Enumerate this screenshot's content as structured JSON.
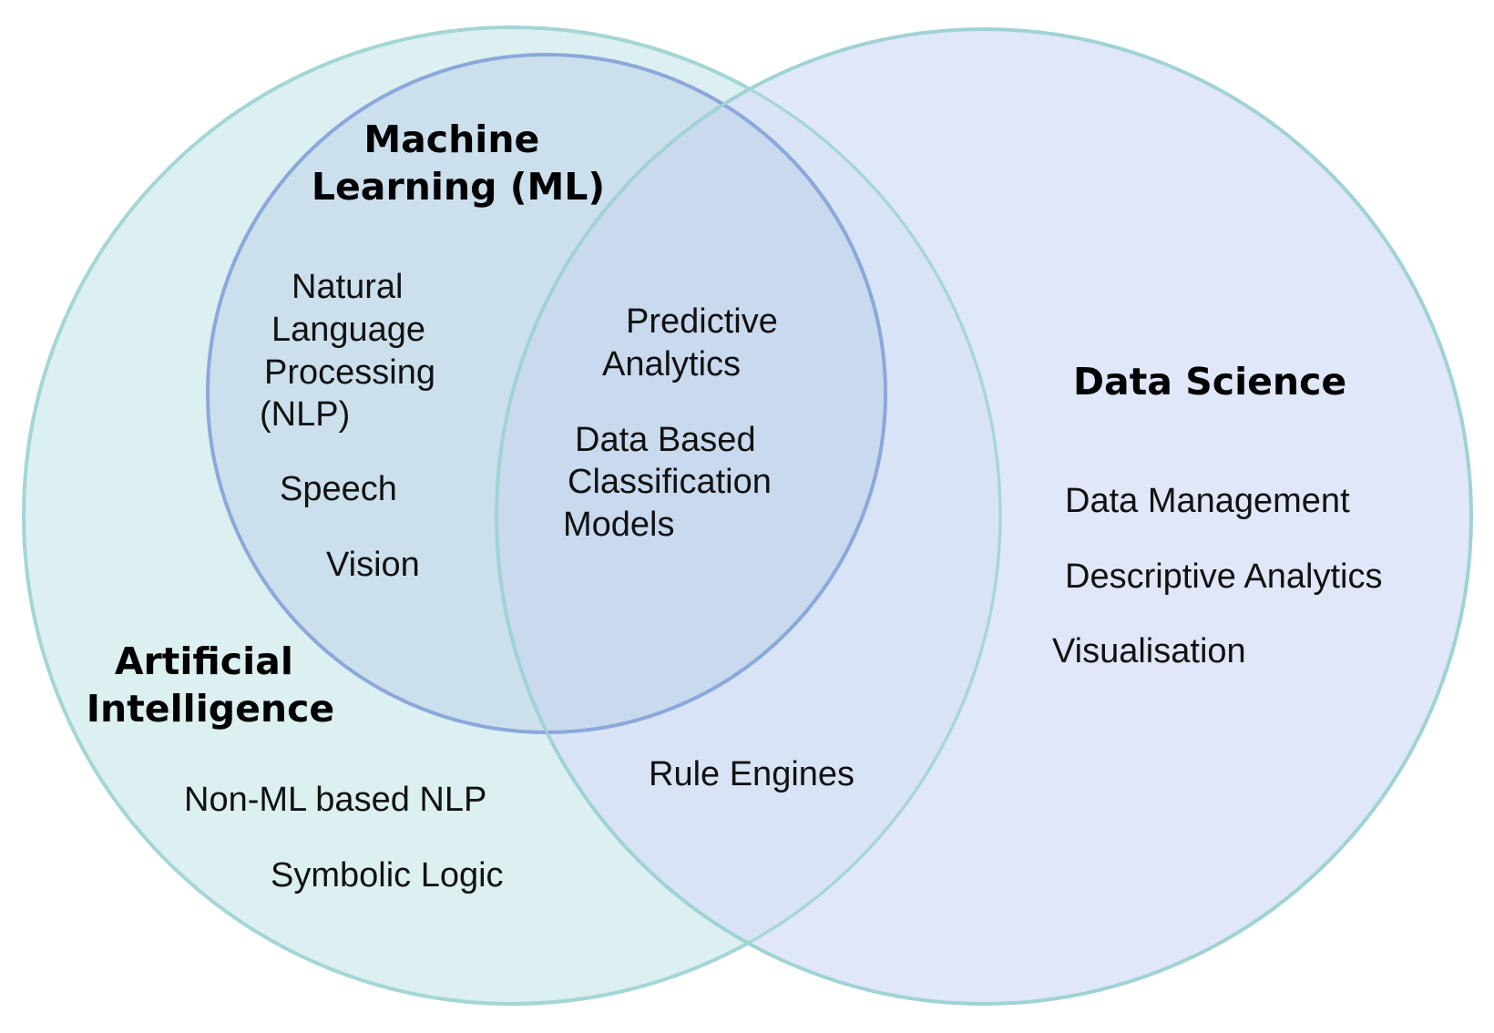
{
  "colors": {
    "ai_fill": "#d6ecef",
    "ai_stroke": "#9fd3d3",
    "ds_fill": "#d7e1f6",
    "ds_stroke": "#9fd3d3",
    "ml_fill": "#b8cbe6",
    "ml_stroke": "#8aa8da",
    "text": "#111111"
  },
  "sets": {
    "artificial_intelligence": {
      "title_lines": [
        "Artificial",
        "Intelligence"
      ],
      "items": [
        "Non-ML based NLP",
        "Symbolic Logic"
      ]
    },
    "machine_learning": {
      "title_lines": [
        "Machine",
        "Learning (ML)"
      ],
      "items": [
        {
          "lines": [
            "Natural",
            "Language",
            "Processing",
            "(NLP)"
          ]
        },
        {
          "lines": [
            "Speech"
          ]
        },
        {
          "lines": [
            "Vision"
          ]
        }
      ]
    },
    "data_science": {
      "title": "Data Science",
      "items": [
        "Data Management",
        "Descriptive Analytics",
        "Visualisation"
      ]
    },
    "ml_and_data_science": {
      "items": [
        {
          "lines": [
            "Predictive",
            "Analytics"
          ]
        },
        {
          "lines": [
            "Data Based",
            "Classification",
            "Models"
          ]
        }
      ]
    },
    "ai_and_data_science": {
      "items": [
        "Rule Engines"
      ]
    }
  }
}
